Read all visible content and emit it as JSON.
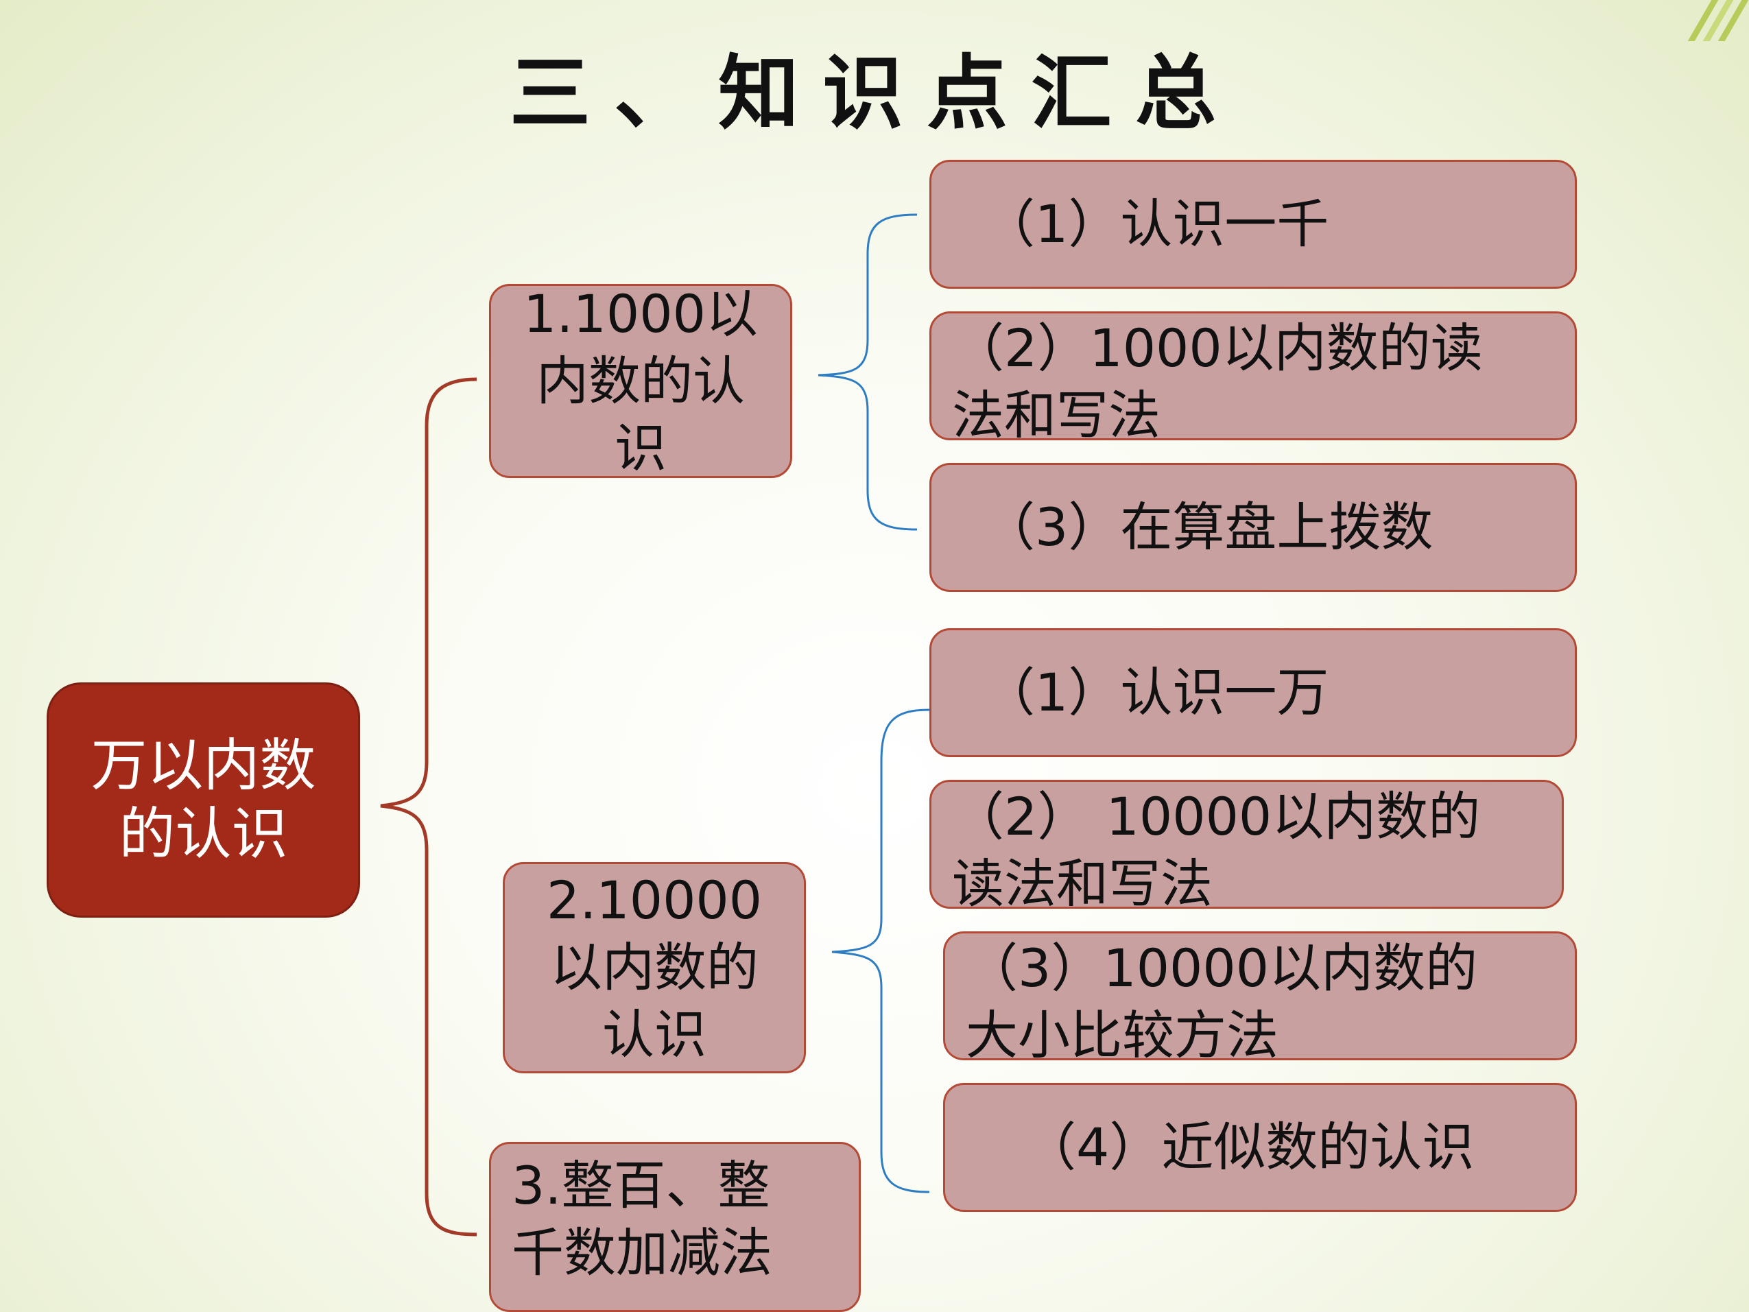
{
  "title": "三、知识点汇总",
  "root": {
    "label": "万以内数\n的认识"
  },
  "branches": [
    {
      "label": "1.1000以\n内数的认\n识",
      "items": [
        "（1）认识一千",
        "（2）1000以内数的读\n法和写法",
        "（3）在算盘上拨数"
      ]
    },
    {
      "label": "2.10000\n以内数的\n认识",
      "items": [
        "（1）认识一万",
        "（2） 10000以内数的\n读法和写法",
        "（3）10000以内数的\n大小比较方法",
        "（4）近似数的认识"
      ]
    },
    {
      "label": " 3.整百、整\n千数加减法",
      "items": []
    }
  ],
  "colors": {
    "root_fill": "#a32a18",
    "node_fill": "#c9a0a0",
    "node_border": "#b44a36",
    "brace_main": "#a33a28",
    "brace_sub": "#2e7cc2",
    "background": "#eef3dc",
    "stripe_accent": "#b5cc5a"
  }
}
